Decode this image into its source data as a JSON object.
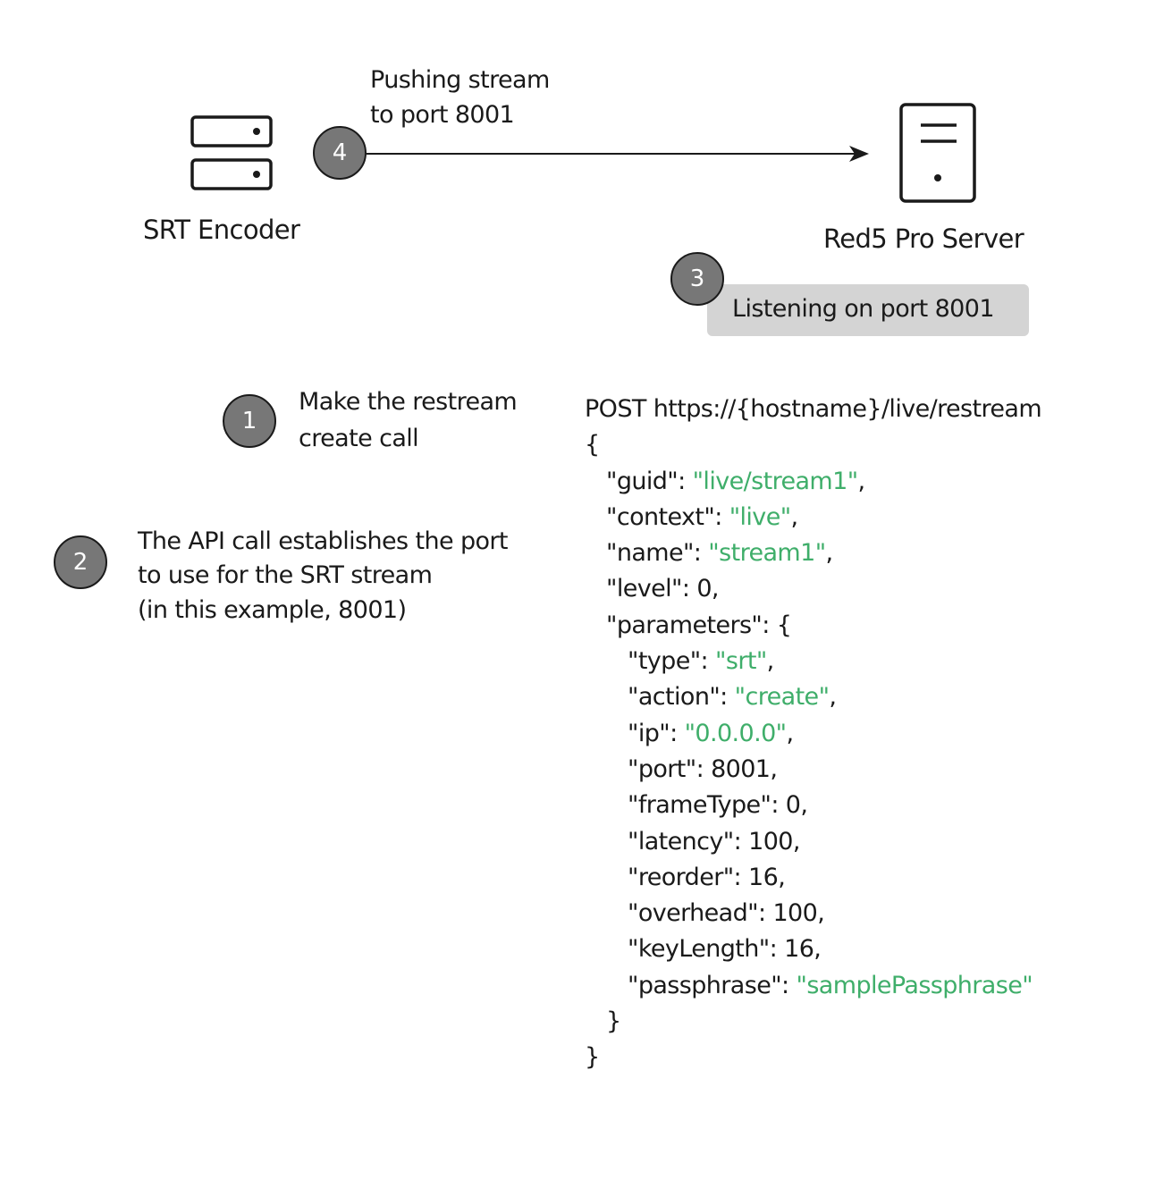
{
  "encoder": {
    "label": "SRT Encoder",
    "icon": "server-rack-icon"
  },
  "server": {
    "label": "Red5 Pro Server",
    "icon": "server-tower-icon"
  },
  "arrow": {
    "label_line1": "Pushing stream",
    "label_line2": "to port 8001"
  },
  "steps": [
    {
      "number": "1",
      "lines": [
        "Make the restream",
        "create call"
      ]
    },
    {
      "number": "2",
      "lines": [
        "The API call establishes the port",
        "to use for the SRT stream",
        "(in this example, 8001)"
      ]
    },
    {
      "number": "3",
      "lines": [
        "Listening on port 8001"
      ]
    },
    {
      "number": "4",
      "lines": []
    }
  ],
  "request": {
    "method_line": "POST https://{hostname}/live/restream",
    "open_brace": "{",
    "fields": [
      {
        "key": "\"guid\": ",
        "value": "\"live/stream1\"",
        "value_is_string": true,
        "suffix": ",",
        "indent": 1
      },
      {
        "key": "\"context\": ",
        "value": "\"live\"",
        "value_is_string": true,
        "suffix": ",",
        "indent": 1
      },
      {
        "key": "\"name\": ",
        "value": "\"stream1\"",
        "value_is_string": true,
        "suffix": ",",
        "indent": 1
      },
      {
        "key": "\"level\": ",
        "value": "0",
        "value_is_string": false,
        "suffix": ",",
        "indent": 1
      },
      {
        "key": "\"parameters\": {",
        "value": "",
        "value_is_string": false,
        "suffix": "",
        "indent": 1
      },
      {
        "key": "\"type\": ",
        "value": "\"srt\"",
        "value_is_string": true,
        "suffix": ",",
        "indent": 2
      },
      {
        "key": "\"action\": ",
        "value": "\"create\"",
        "value_is_string": true,
        "suffix": ",",
        "indent": 2
      },
      {
        "key": "\"ip\": ",
        "value": "\"0.0.0.0\"",
        "value_is_string": true,
        "suffix": ",",
        "indent": 2
      },
      {
        "key": "\"port\": ",
        "value": "8001",
        "value_is_string": false,
        "suffix": ",",
        "indent": 2
      },
      {
        "key": "\"frameType\": ",
        "value": "0",
        "value_is_string": false,
        "suffix": ",",
        "indent": 2
      },
      {
        "key": "\"latency\": ",
        "value": "100",
        "value_is_string": false,
        "suffix": ",",
        "indent": 2
      },
      {
        "key": "\"reorder\": ",
        "value": "16",
        "value_is_string": false,
        "suffix": ",",
        "indent": 2
      },
      {
        "key": "\"overhead\": ",
        "value": "100",
        "value_is_string": false,
        "suffix": ",",
        "indent": 2
      },
      {
        "key": "\"keyLength\": ",
        "value": "16",
        "value_is_string": false,
        "suffix": ",",
        "indent": 2
      },
      {
        "key": "\"passphrase\": ",
        "value": "\"samplePassphrase\"",
        "value_is_string": true,
        "suffix": "",
        "indent": 2
      },
      {
        "key": "}",
        "value": "",
        "value_is_string": false,
        "suffix": "",
        "indent": 1
      }
    ],
    "close_brace": "}"
  },
  "colors": {
    "string_value": "#3fae6a",
    "badge_fill": "#777777",
    "listen_box": "#d4d4d4"
  }
}
